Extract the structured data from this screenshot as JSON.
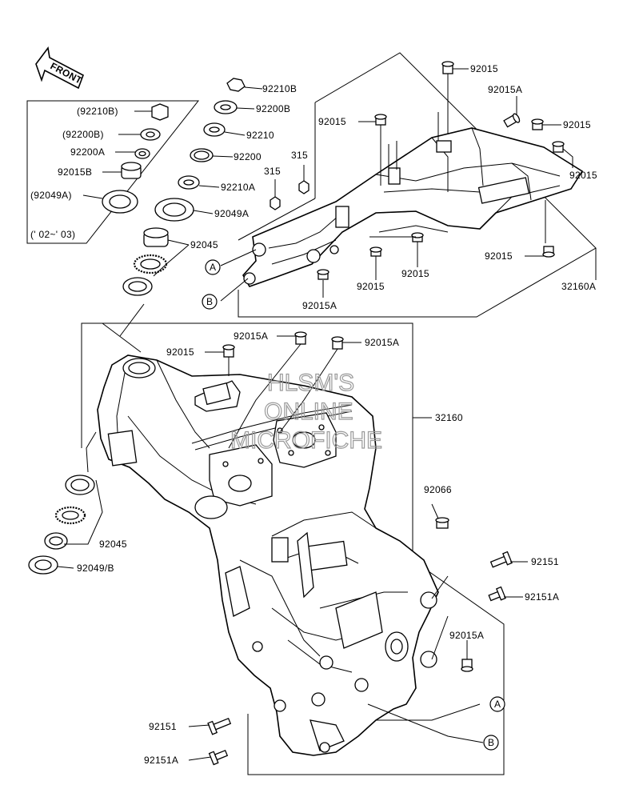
{
  "front_arrow": {
    "label": "FRONT"
  },
  "watermark": [
    "HLSM'S",
    "ONLINE",
    "MICROFICHE"
  ],
  "inset": {
    "note": "(' 02~' 03)"
  },
  "labels": {
    "p92210B": "92210B",
    "p92200B": "92200B",
    "p92210": "92210",
    "p92200": "92200",
    "p92210A": "92210A",
    "p92049A": "92049A",
    "p92045_top": "92045",
    "inset_92210B": "(92210B)",
    "inset_92200B": "(92200B)",
    "inset_92200A": "92200A",
    "inset_92015B": "92015B",
    "inset_92049A": "(92049A)",
    "p315_a": "315",
    "p315_b": "315",
    "sub_92015_top": "92015",
    "sub_92015A_r": "92015A",
    "sub_92015_l": "92015",
    "sub_92015_r1": "92015",
    "sub_92015_r2": "92015",
    "sub_92015_lower": "92015",
    "sub_92015_b1": "92015",
    "sub_92015_b2": "92015",
    "sub_92015A_b": "92015A",
    "sub_32160A": "32160A",
    "circle_A_top": "A",
    "circle_B_top": "B",
    "main_92015A_top": "92015A",
    "main_92015": "92015",
    "main_92015A_r": "92015A",
    "main_32160": "32160",
    "main_92066": "92066",
    "main_92045": "92045",
    "main_92049B": "92049/B",
    "main_92151": "92151",
    "main_92151A": "92151A",
    "main_92015A_low": "92015A",
    "main_92151_bl": "92151",
    "main_92151A_bl": "92151A",
    "circle_A_bot": "A",
    "circle_B_bot": "B"
  }
}
